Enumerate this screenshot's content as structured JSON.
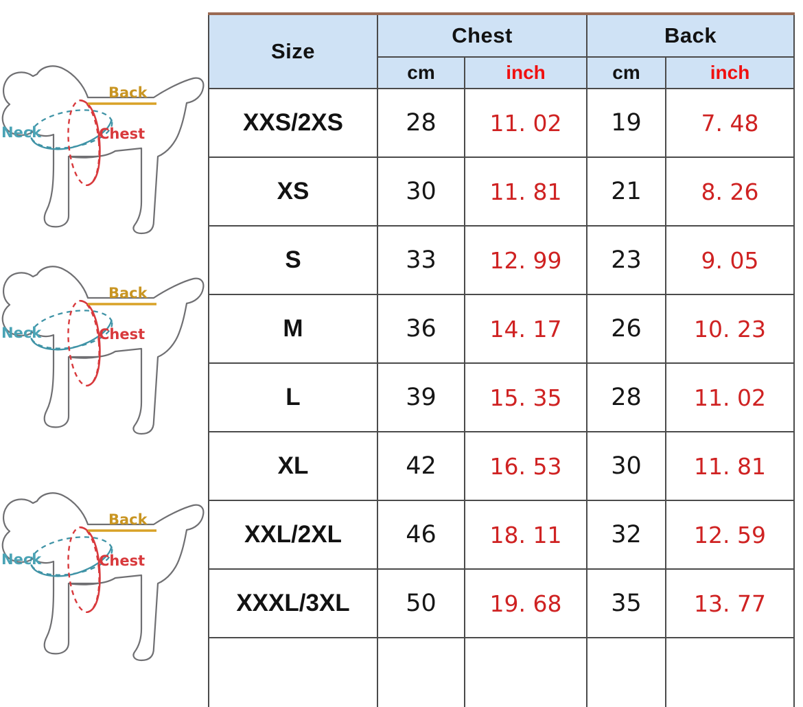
{
  "diagram": {
    "figure_count": 3,
    "labels": {
      "neck": "Neck",
      "chest": "Chest",
      "back": "Back"
    },
    "colors": {
      "neck": "#4aa3b5",
      "chest": "#d8393c",
      "back": "#c99522",
      "outline": "#6f6f72"
    }
  },
  "table": {
    "header": {
      "size": "Size",
      "chest": "Chest",
      "back": "Back",
      "chest_cm": "cm",
      "chest_inch": "inch",
      "back_cm": "cm",
      "back_inch": "inch"
    },
    "colors": {
      "header_bg": "#cfe2f5",
      "inch_header": "#f01010",
      "inch_value": "#cf2222",
      "grid": "#4a4a4a",
      "top_border": "#9a6a53"
    },
    "rows": [
      {
        "size": "XXS/2XS",
        "chest_cm": "28",
        "chest_inch": "11. 02",
        "back_cm": "19",
        "back_inch": "7. 48"
      },
      {
        "size": "XS",
        "chest_cm": "30",
        "chest_inch": "11. 81",
        "back_cm": "21",
        "back_inch": "8. 26"
      },
      {
        "size": "S",
        "chest_cm": "33",
        "chest_inch": "12. 99",
        "back_cm": "23",
        "back_inch": "9. 05"
      },
      {
        "size": "M",
        "chest_cm": "36",
        "chest_inch": "14. 17",
        "back_cm": "26",
        "back_inch": "10. 23"
      },
      {
        "size": "L",
        "chest_cm": "39",
        "chest_inch": "15. 35",
        "back_cm": "28",
        "back_inch": "11. 02"
      },
      {
        "size": "XL",
        "chest_cm": "42",
        "chest_inch": "16. 53",
        "back_cm": "30",
        "back_inch": "11. 81"
      },
      {
        "size": "XXL/2XL",
        "chest_cm": "46",
        "chest_inch": "18. 11",
        "back_cm": "32",
        "back_inch": "12. 59"
      },
      {
        "size": "XXXL/3XL",
        "chest_cm": "50",
        "chest_inch": "19. 68",
        "back_cm": "35",
        "back_inch": "13. 77"
      },
      {
        "size": "",
        "chest_cm": "",
        "chest_inch": "",
        "back_cm": "",
        "back_inch": ""
      }
    ]
  }
}
